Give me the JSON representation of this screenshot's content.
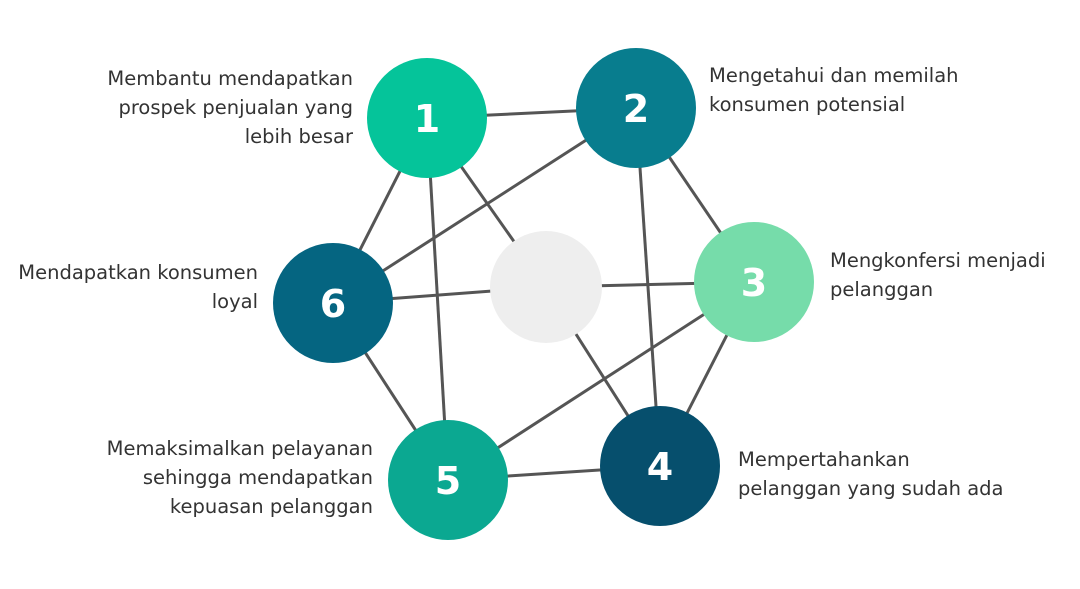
{
  "diagram": {
    "nodes": [
      {
        "number": "1",
        "color": "#05c49a",
        "label_lines": [
          "Membantu mendapatkan",
          "prospek penjualan yang",
          "lebih besar"
        ]
      },
      {
        "number": "2",
        "color": "#087d8e",
        "label_lines": [
          "Mengetahui dan memilah",
          "konsumen potensial"
        ]
      },
      {
        "number": "3",
        "color": "#76dcaa",
        "label_lines": [
          "Mengkonfersi menjadi",
          "pelanggan"
        ]
      },
      {
        "number": "4",
        "color": "#064f6d",
        "label_lines": [
          "Mempertahankan",
          "pelanggan yang sudah ada"
        ]
      },
      {
        "number": "5",
        "color": "#0ba891",
        "label_lines": [
          "Memaksimalkan pelayanan",
          "sehingga mendapatkan",
          "kepuasan pelanggan"
        ]
      },
      {
        "number": "6",
        "color": "#056581",
        "label_lines": [
          "Mendapatkan konsumen",
          "loyal"
        ]
      }
    ],
    "center_color": "#eeeeee",
    "edge_color": "#555555"
  }
}
